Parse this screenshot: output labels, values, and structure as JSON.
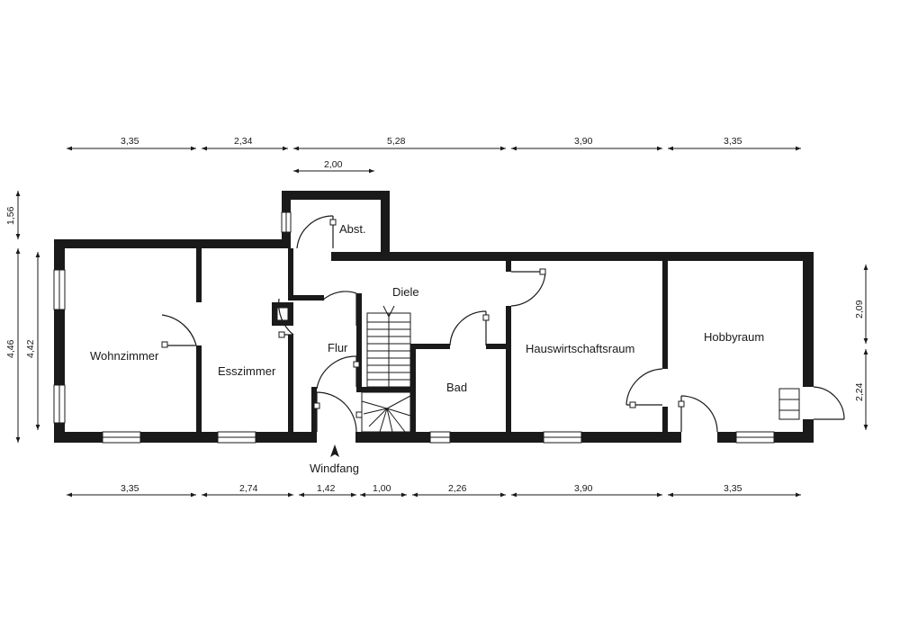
{
  "rooms": {
    "wohnzimmer": "Wohnzimmer",
    "esszimmer": "Esszimmer",
    "abst": "Abst.",
    "diele": "Diele",
    "flur": "Flur",
    "bad": "Bad",
    "hauswirtschaftsraum": "Hauswirtschaftsraum",
    "hobbyraum": "Hobbyraum",
    "windfang": "Windfang"
  },
  "dimensions": {
    "top": [
      "3,35",
      "2,34",
      "5,28",
      "3,90",
      "3,35"
    ],
    "top_inner": "2,00",
    "bottom": [
      "3,35",
      "2,74",
      "1,42",
      "1,00",
      "2,26",
      "3,90",
      "3,35"
    ],
    "left_outer": "4,46",
    "left_inner": "4,42",
    "left_top": "1,56",
    "right": [
      "2,09",
      "2,24"
    ]
  }
}
